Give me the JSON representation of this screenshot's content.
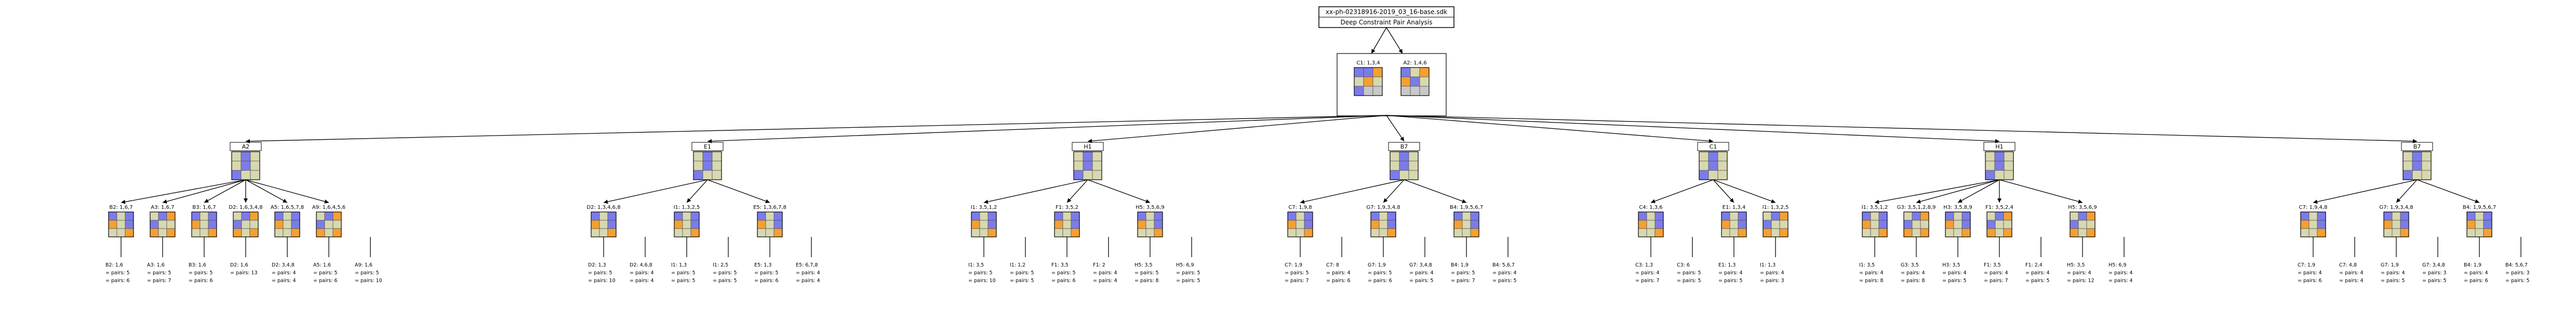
{
  "header": {
    "filename": "xx-ph-02318916-2019_03_16-base.sdk",
    "subtitle": "Deep Constraint Pair Analysis"
  },
  "pair": {
    "cells": [
      "C1: 1,3,4",
      "A2: 1,4,6"
    ]
  },
  "colors": {
    "beige": "#d8d8b0",
    "blue": "#7b7bea",
    "orange": "#f5a030",
    "gray": "#c8c8c8",
    "line": "#000000",
    "box_border": "#000000"
  },
  "level1": [
    {
      "label": "A2",
      "children": [
        {
          "label": "B2: 1,6,7",
          "notes": [
            "B2: 1,6",
            "= pairs: 5",
            "= pairs: 6"
          ]
        },
        {
          "label": "A3: 1,6,7",
          "notes": [
            "A3: 1,6",
            "= pairs: 5",
            "= pairs: 7"
          ]
        },
        {
          "label": "B3: 1,6,7",
          "notes": [
            "B3: 1,6",
            "= pairs: 5",
            "= pairs: 6"
          ]
        },
        {
          "label": "D2: 1,6,3,4,8",
          "notes": [
            "D2: 1,6",
            "= pairs: 13"
          ]
        },
        {
          "label": "A5: 1,6,5,7,8",
          "notes": [
            "D2: 3,4,8",
            "= pairs: 4",
            "= pairs: 4"
          ]
        },
        {
          "label": "A9: 1,6,4,5,6",
          "notes": [
            "A5: 1,6",
            "= pairs: 5",
            "= pairs: 6"
          ]
        },
        {
          "label": "",
          "notes": [
            "A9: 1,6",
            "= pairs: 5",
            "= pairs: 10"
          ]
        }
      ]
    },
    {
      "label": "E1",
      "children": [
        {
          "label": "D2: 1,3,4,6,8",
          "notes": [
            "D2: 1,3",
            "= pairs: 5",
            "= pairs: 10"
          ]
        },
        {
          "label": "",
          "notes": [
            "D2: 4,6,8",
            "= pairs: 4",
            "= pairs: 4"
          ]
        },
        {
          "label": "I1: 1,3,2,5",
          "notes": [
            "I1: 1,3",
            "= pairs: 5",
            "= pairs: 5"
          ]
        },
        {
          "label": "",
          "notes": [
            "I1: 2,5",
            "= pairs: 5",
            "= pairs: 5"
          ]
        },
        {
          "label": "E5: 1,3,6,7,8",
          "notes": [
            "E5: 1,3",
            "= pairs: 5",
            "= pairs: 6"
          ]
        },
        {
          "label": "",
          "notes": [
            "E5: 6,7,8",
            "= pairs: 4",
            "= pairs: 4"
          ]
        }
      ]
    },
    {
      "label": "H1",
      "children": [
        {
          "label": "I1: 3,5,1,2",
          "notes": [
            "I1: 3,5",
            "= pairs: 5",
            "= pairs: 10"
          ]
        },
        {
          "label": "",
          "notes": [
            "I1: 1,2",
            "= pairs: 5",
            "= pairs: 5"
          ]
        },
        {
          "label": "F1: 3,5,2",
          "notes": [
            "F1: 3,5",
            "= pairs: 5",
            "= pairs: 6"
          ]
        },
        {
          "label": "",
          "notes": [
            "F1: 2",
            "= pairs: 4",
            "= pairs: 4"
          ]
        },
        {
          "label": "H5: 3,5,6,9",
          "notes": [
            "H5: 3,5",
            "= pairs: 5",
            "= pairs: 8"
          ]
        },
        {
          "label": "",
          "notes": [
            "H5: 6,9",
            "= pairs: 5",
            "= pairs: 5"
          ]
        }
      ]
    },
    {
      "label": "B7",
      "children": [
        {
          "label": "C7: 1,9,8",
          "notes": [
            "C7: 1,9",
            "= pairs: 5",
            "= pairs: 7"
          ]
        },
        {
          "label": "",
          "notes": [
            "C7: 8",
            "= pairs: 4",
            "= pairs: 6"
          ]
        },
        {
          "label": "G7: 1,9,3,4,8",
          "notes": [
            "G7: 1,9",
            "= pairs: 5",
            "= pairs: 6"
          ]
        },
        {
          "label": "",
          "notes": [
            "G7: 3,4,8",
            "= pairs: 4",
            "= pairs: 5"
          ]
        },
        {
          "label": "B4: 1,9,5,6,7",
          "notes": [
            "B4: 1,9",
            "= pairs: 5",
            "= pairs: 7"
          ]
        },
        {
          "label": "",
          "notes": [
            "B4: 5,6,7",
            "= pairs: 4",
            "= pairs: 5"
          ]
        }
      ]
    },
    {
      "label": "C1",
      "children": [
        {
          "label": "C4: 1,3,6",
          "notes": [
            "C3: 1,3",
            "= pairs: 4",
            "= pairs: 7"
          ]
        },
        {
          "label": "",
          "notes": [
            "C3: 6",
            "= pairs: 5",
            "= pairs: 5"
          ]
        },
        {
          "label": "E1: 1,3,4",
          "notes": [
            "E1: 1,3",
            "= pairs: 4",
            "= pairs: 5"
          ]
        },
        {
          "label": "I1: 1,3,2,5",
          "notes": [
            "I1: 1,3",
            "= pairs: 4",
            "= pairs: 3"
          ]
        }
      ]
    },
    {
      "label": "H1",
      "children": [
        {
          "label": "I1: 3,5,1,2",
          "notes": [
            "I1: 3,5",
            "= pairs: 4",
            "= pairs: 8"
          ]
        },
        {
          "label": "G3: 3,5,1,2,8,9",
          "notes": [
            "G3: 3,5",
            "= pairs: 4",
            "= pairs: 8"
          ]
        },
        {
          "label": "H3: 3,5,8,9",
          "notes": [
            "H3: 3,5",
            "= pairs: 4",
            "= pairs: 5"
          ]
        },
        {
          "label": "F1: 3,5,2,4",
          "notes": [
            "F1: 3,5",
            "= pairs: 4",
            "= pairs: 7"
          ]
        },
        {
          "label": "",
          "notes": [
            "F1: 2,4",
            "= pairs: 4",
            "= pairs: 5"
          ]
        },
        {
          "label": "H5: 3,5,6,9",
          "notes": [
            "H5: 3,5",
            "= pairs: 4",
            "= pairs: 12"
          ]
        },
        {
          "label": "",
          "notes": [
            "H5: 6,9",
            "= pairs: 4",
            "= pairs: 4"
          ]
        }
      ]
    },
    {
      "label": "B7",
      "children": [
        {
          "label": "C7: 1,9,4,8",
          "notes": [
            "C7: 1,9",
            "= pairs: 4",
            "= pairs: 6"
          ]
        },
        {
          "label": "",
          "notes": [
            "C7: 4,8",
            "= pairs: 4",
            "= pairs: 4"
          ]
        },
        {
          "label": "G7: 1,9,3,4,8",
          "notes": [
            "G7: 1,9",
            "= pairs: 4",
            "= pairs: 5"
          ]
        },
        {
          "label": "",
          "notes": [
            "G7: 3,4,8",
            "= pairs: 3",
            "= pairs: 5"
          ]
        },
        {
          "label": "B4: 1,9,5,6,7",
          "notes": [
            "B4: 1,9",
            "= pairs: 4",
            "= pairs: 6"
          ]
        },
        {
          "label": "",
          "notes": [
            "B4: 5,6,7",
            "= pairs: 3",
            "= pairs: 5"
          ]
        }
      ]
    }
  ]
}
